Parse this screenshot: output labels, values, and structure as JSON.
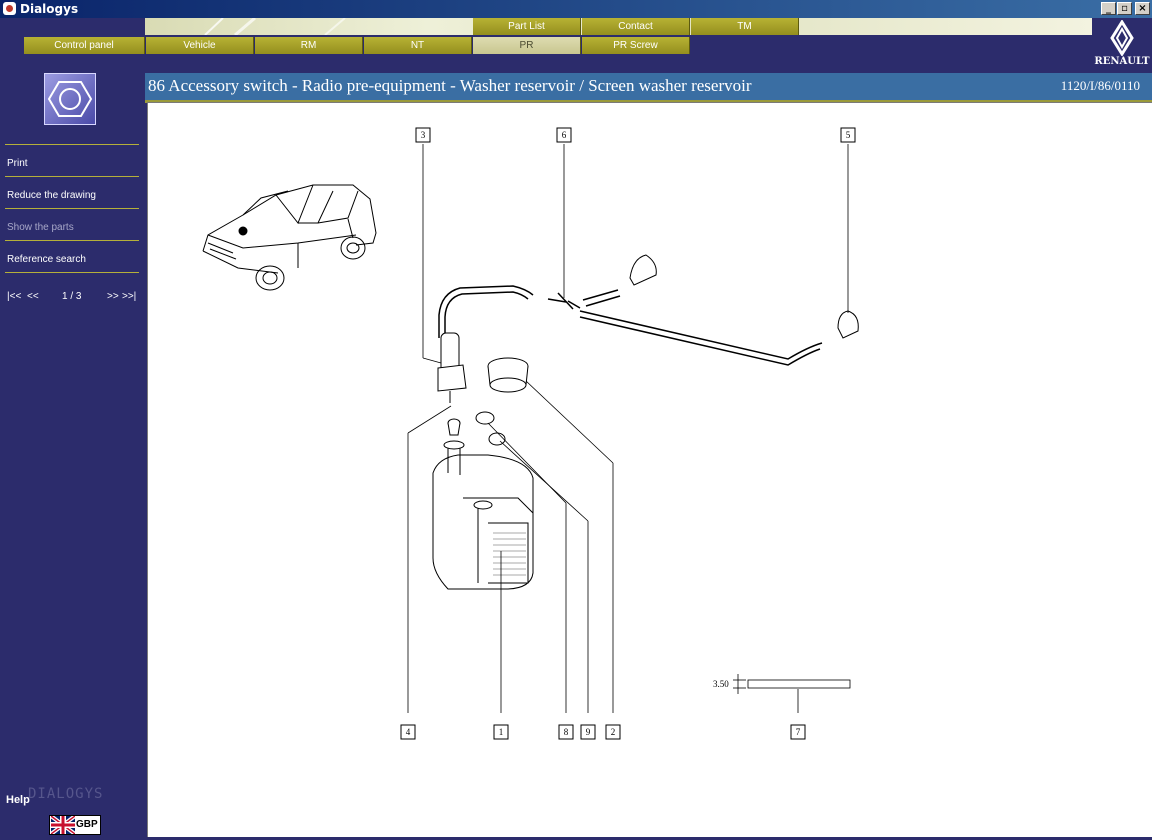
{
  "window": {
    "title": "Dialogys"
  },
  "tabs_top": [
    {
      "label": "Part List"
    },
    {
      "label": "Contact"
    },
    {
      "label": "TM"
    }
  ],
  "tabs_bottom": [
    {
      "label": "Control panel"
    },
    {
      "label": "Vehicle"
    },
    {
      "label": "RM"
    },
    {
      "label": "NT"
    },
    {
      "label": "PR",
      "active": true
    },
    {
      "label": "PR Screw"
    }
  ],
  "brand": {
    "name": "RENAULT"
  },
  "banner": {
    "title": "86 Accessory switch - Radio pre-equipment - Washer reservoir / Screen washer reservoir",
    "ref": "1120/I/86/0110"
  },
  "sidebar": {
    "icon": "hex-bolt-icon",
    "items": [
      {
        "label": "Print",
        "enabled": true
      },
      {
        "label": "Reduce the drawing",
        "enabled": true
      },
      {
        "label": "Show the parts",
        "enabled": false
      },
      {
        "label": "Reference search",
        "enabled": true
      }
    ],
    "pager": {
      "first": "|<<",
      "prev": "<<",
      "position": "1 / 3",
      "next": ">>",
      "last": ">>|"
    },
    "help_label": "Help",
    "watermark": "DIALOGYS",
    "currency": "GBP"
  },
  "drawing": {
    "callouts": [
      "3",
      "6",
      "5",
      "4",
      "1",
      "8",
      "9",
      "2",
      "7"
    ],
    "dimension": "3.50"
  },
  "colors": {
    "sidebar_bg": "#2c2c6c",
    "tab_olive": "#a6a12a",
    "banner_blue": "#3a6ea3",
    "banner_rule": "#9a9a3a"
  }
}
